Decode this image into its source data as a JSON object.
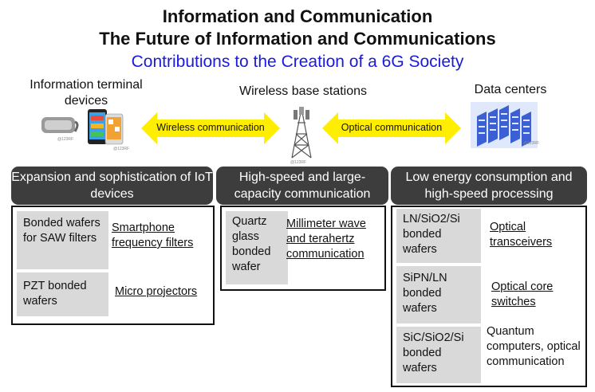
{
  "header": {
    "title_line1": "Information and Communication",
    "title_line2": "The Future of Information and Communications",
    "subtitle": "Contributions to the Creation of a 6G Society"
  },
  "columns": {
    "left": {
      "label": "Information terminal devices"
    },
    "middle": {
      "label": "Wireless base stations"
    },
    "right": {
      "label": "Data centers"
    }
  },
  "arrows": {
    "wireless": "Wireless communication",
    "optical": "Optical communication",
    "color": "#ffee00"
  },
  "watermark": "@123RF",
  "sections": {
    "iot": {
      "banner": "Expansion and sophistication of IoT devices",
      "items": [
        {
          "material": "Bonded wafers for SAW filters",
          "application": "Smartphone frequency filters"
        },
        {
          "material": "PZT bonded wafers",
          "application": "Micro projectors"
        }
      ]
    },
    "capacity": {
      "banner": "High-speed and large-capacity communication",
      "items": [
        {
          "material": "Quartz glass bonded wafer",
          "application": "Millimeter wave and terahertz communication"
        }
      ]
    },
    "energy": {
      "banner": "Low energy consumption and high-speed processing",
      "items": [
        {
          "material": "LN/SiO2/Si bonded wafers",
          "application": "Optical transceivers"
        },
        {
          "material": "SiPN/LN bonded wafers",
          "application": "Optical core switches"
        },
        {
          "material": "SiC/SiO2/Si bonded wafers",
          "application": "Quantum computers, optical communication"
        }
      ]
    }
  },
  "colors": {
    "banner": "#3d3d3d",
    "material_box": "#d9d9d9",
    "subtitle": "#1a1adc"
  }
}
